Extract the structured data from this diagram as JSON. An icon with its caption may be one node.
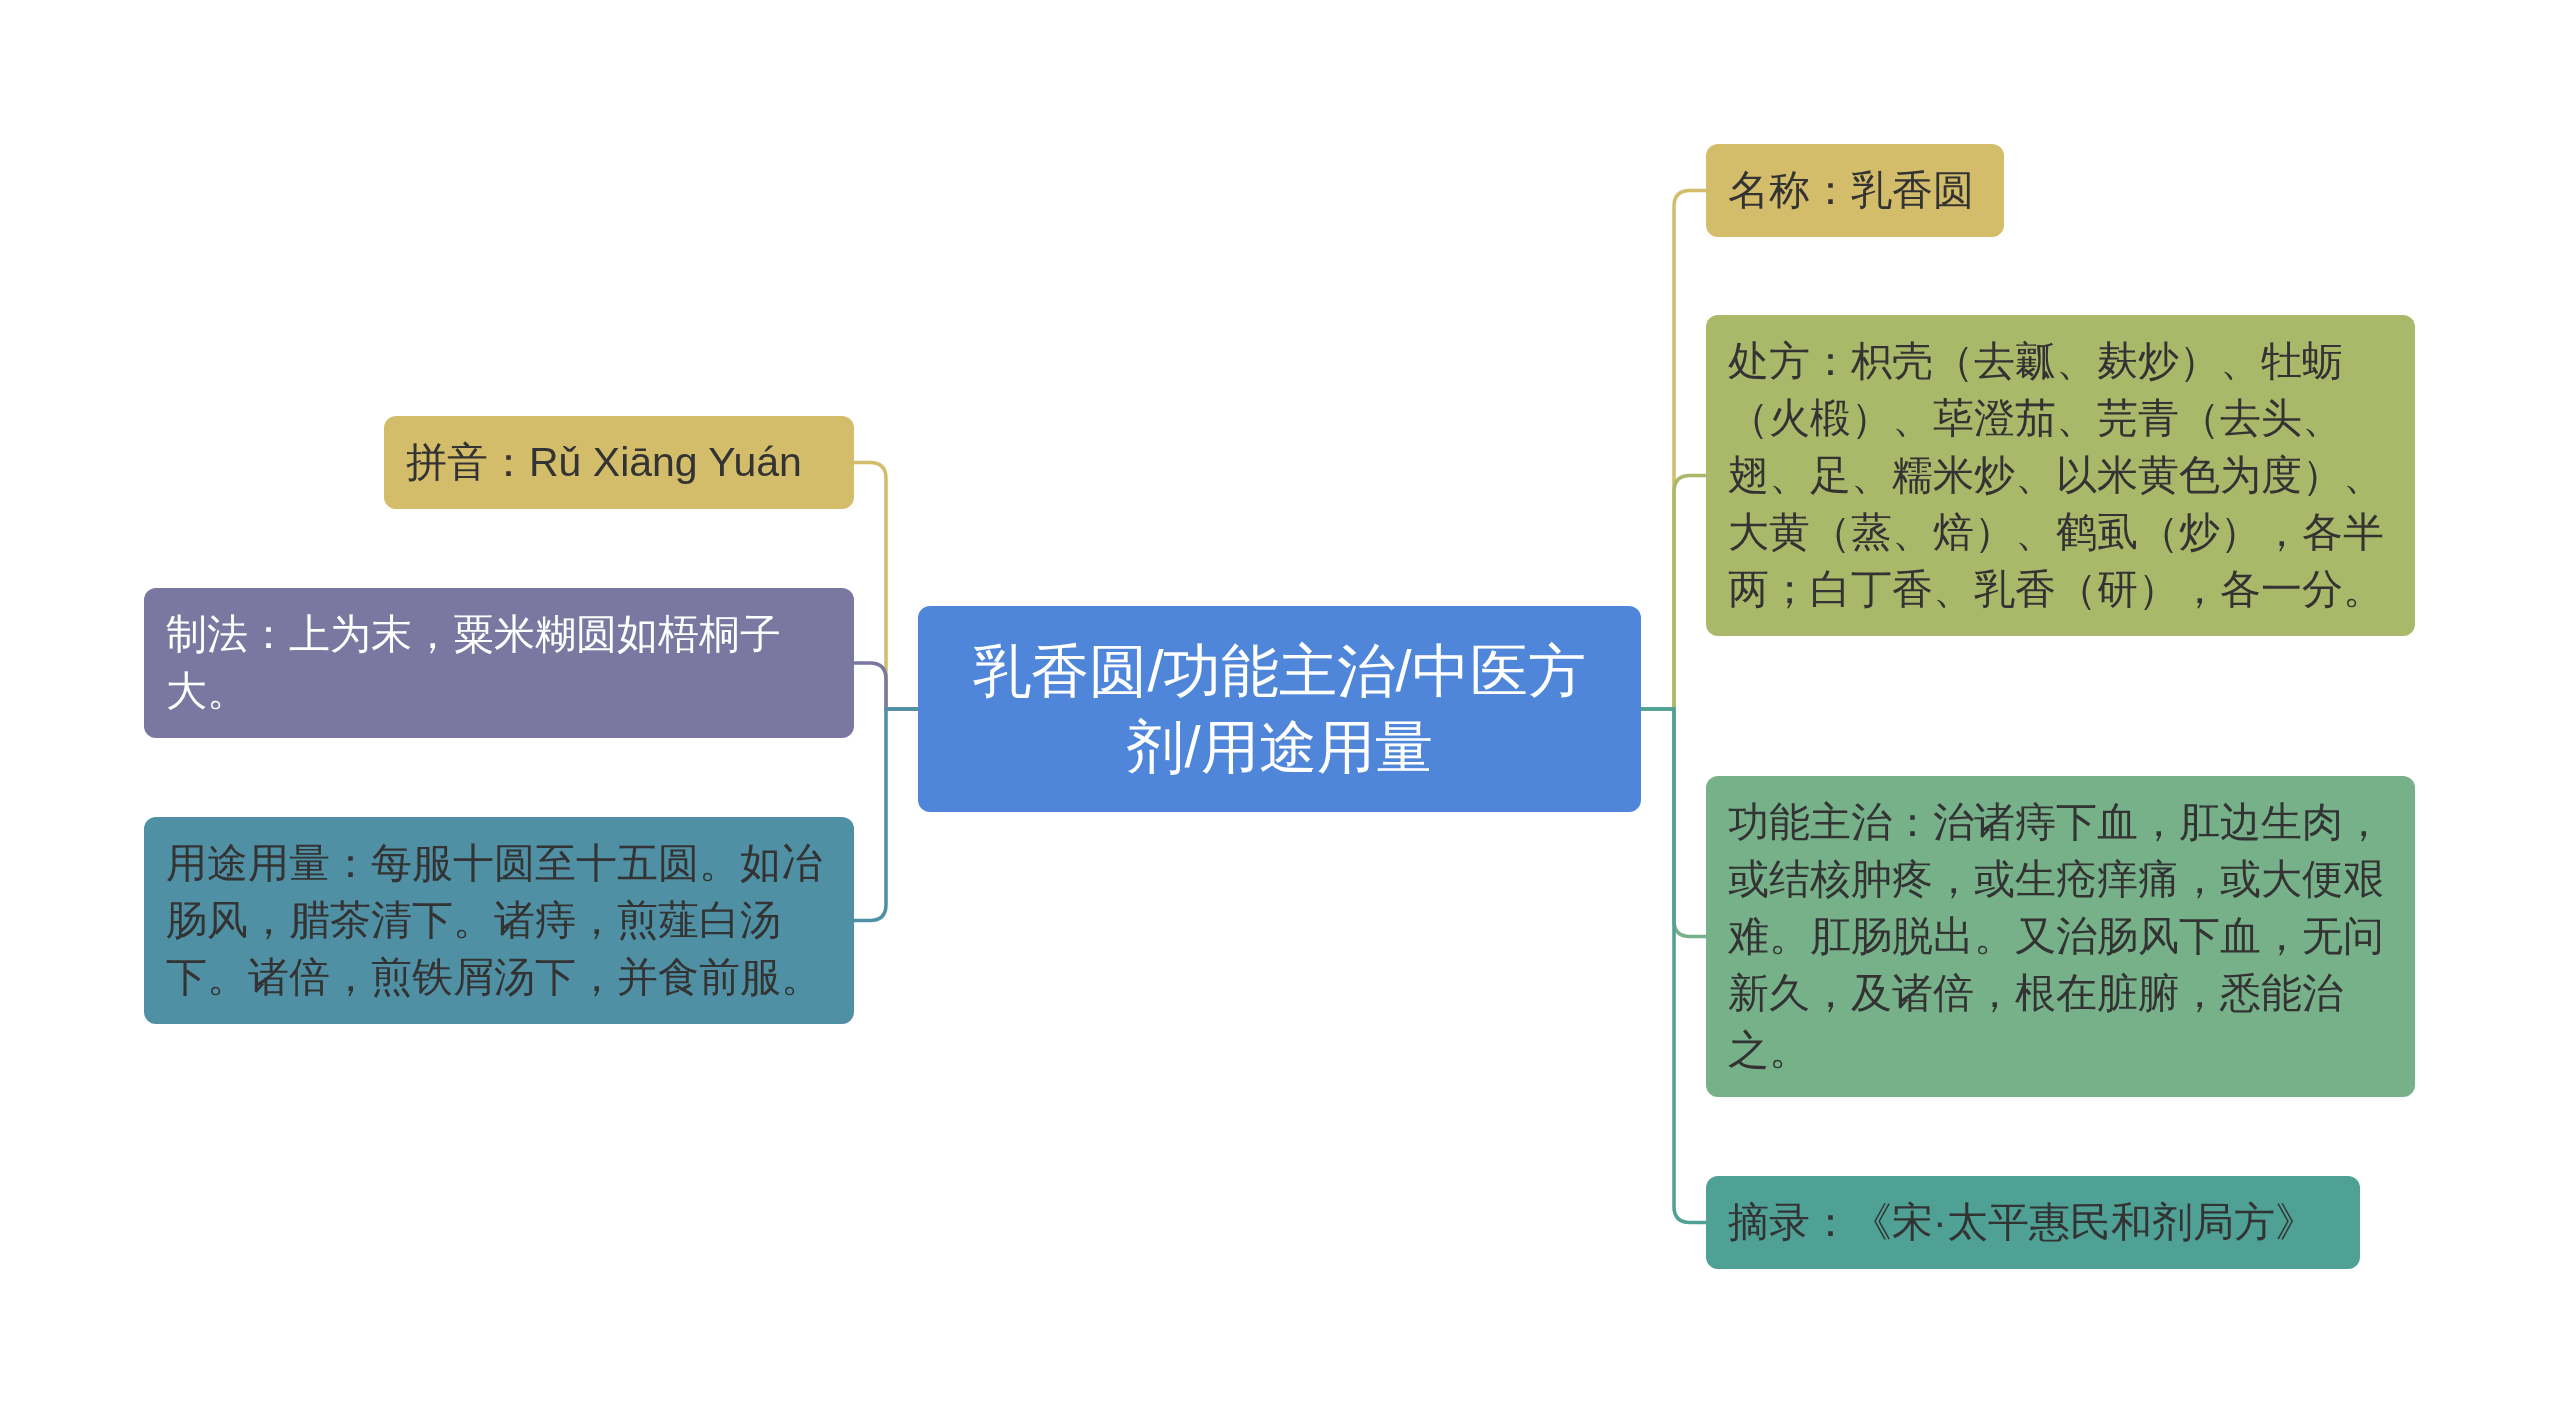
{
  "diagram": {
    "nodes": [
      {
        "text": [
          "乳香圆/功能主治/中医方剂/用途用量"
        ]
      },
      {
        "text": [
          "名称：乳香圆"
        ]
      },
      {
        "text": [
          "处方：枳壳（去瓤、麸炒）、牡蛎（火椴）、荜澄茄、芫青（去头、翅、足、糯米炒、以米黄色为度）、大黄（蒸、焙）、鹤虱（炒），各半两；白丁香、乳香（研），各一分。"
        ]
      },
      {
        "text": [
          "功能主治：治诸痔下血，肛边生肉，或结核肿疼，或生疮痒痛，或大便艰难。肛肠脱出。又治肠风下血，无问新久，及诸倍，根在脏腑，悉能治之。"
        ]
      },
      {
        "text": [
          "摘录：《宋·太平惠民和剂局方》"
        ]
      },
      {
        "text": [
          "拼音：Rǔ Xiāng Yuán"
        ]
      },
      {
        "text": [
          "制法：上为末，粟米糊圆如梧桐子大。"
        ]
      },
      {
        "text": [
          "用途用量：每服十圆至十五圆。如冶肠风，腊茶清下。诸痔，煎薤白汤下。诸倍，煎铁屑汤下，并食前服。"
        ]
      }
    ],
    "edges": [
      {
        "from": 0,
        "to": 1,
        "arrow": "none",
        "color": "#d4bd6a"
      },
      {
        "from": 0,
        "to": 2,
        "arrow": "none",
        "color": "#aab86a"
      },
      {
        "from": 0,
        "to": 3,
        "arrow": "none",
        "color": "#77b18a"
      },
      {
        "from": 0,
        "to": 4,
        "arrow": "none",
        "color": "#4fa095"
      },
      {
        "from": 0,
        "to": 5,
        "arrow": "none",
        "color": "#d4bd6a"
      },
      {
        "from": 0,
        "to": 6,
        "arrow": "none",
        "color": "#7a78a0"
      },
      {
        "from": 0,
        "to": 7,
        "arrow": "none",
        "color": "#5090a4"
      }
    ]
  }
}
